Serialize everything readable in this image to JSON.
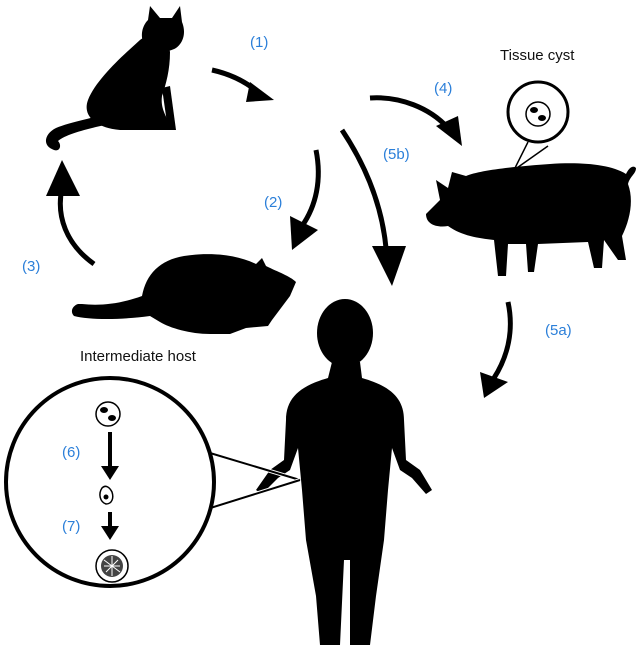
{
  "labels": {
    "tissue_cyst": "Tissue cyst",
    "intermediate_host": "Intermediate host"
  },
  "steps": {
    "s1": "(1)",
    "s2": "(2)",
    "s3": "(3)",
    "s4": "(4)",
    "s5a": "(5a)",
    "s5b": "(5b)",
    "s6": "(6)",
    "s7": "(7)"
  },
  "colors": {
    "step_label": "#2b7fd9",
    "silhouette": "#000000",
    "background": "#ffffff"
  },
  "icons": [
    "cat-silhouette",
    "pig-silhouette",
    "rat-silhouette",
    "human-silhouette",
    "tissue-cyst-icon",
    "bradyzoite-icon",
    "sporulated-oocyst-icon"
  ]
}
